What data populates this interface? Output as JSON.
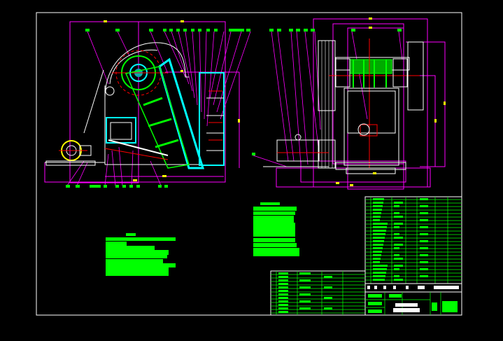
{
  "canvas": {
    "background": "#000000"
  },
  "colors": {
    "frame": "#ffffff",
    "dimension": "#ff00ff",
    "centerline": "#ff0000",
    "part_green": "#00ff00",
    "part_cyan": "#00ffff",
    "dim_text": "#ffff00",
    "text_block": "#00ff00"
  },
  "views": [
    "side-elevation",
    "front-elevation"
  ],
  "blocks": [
    "technical-requirements",
    "technical-specifications",
    "parts-list",
    "title-block"
  ]
}
